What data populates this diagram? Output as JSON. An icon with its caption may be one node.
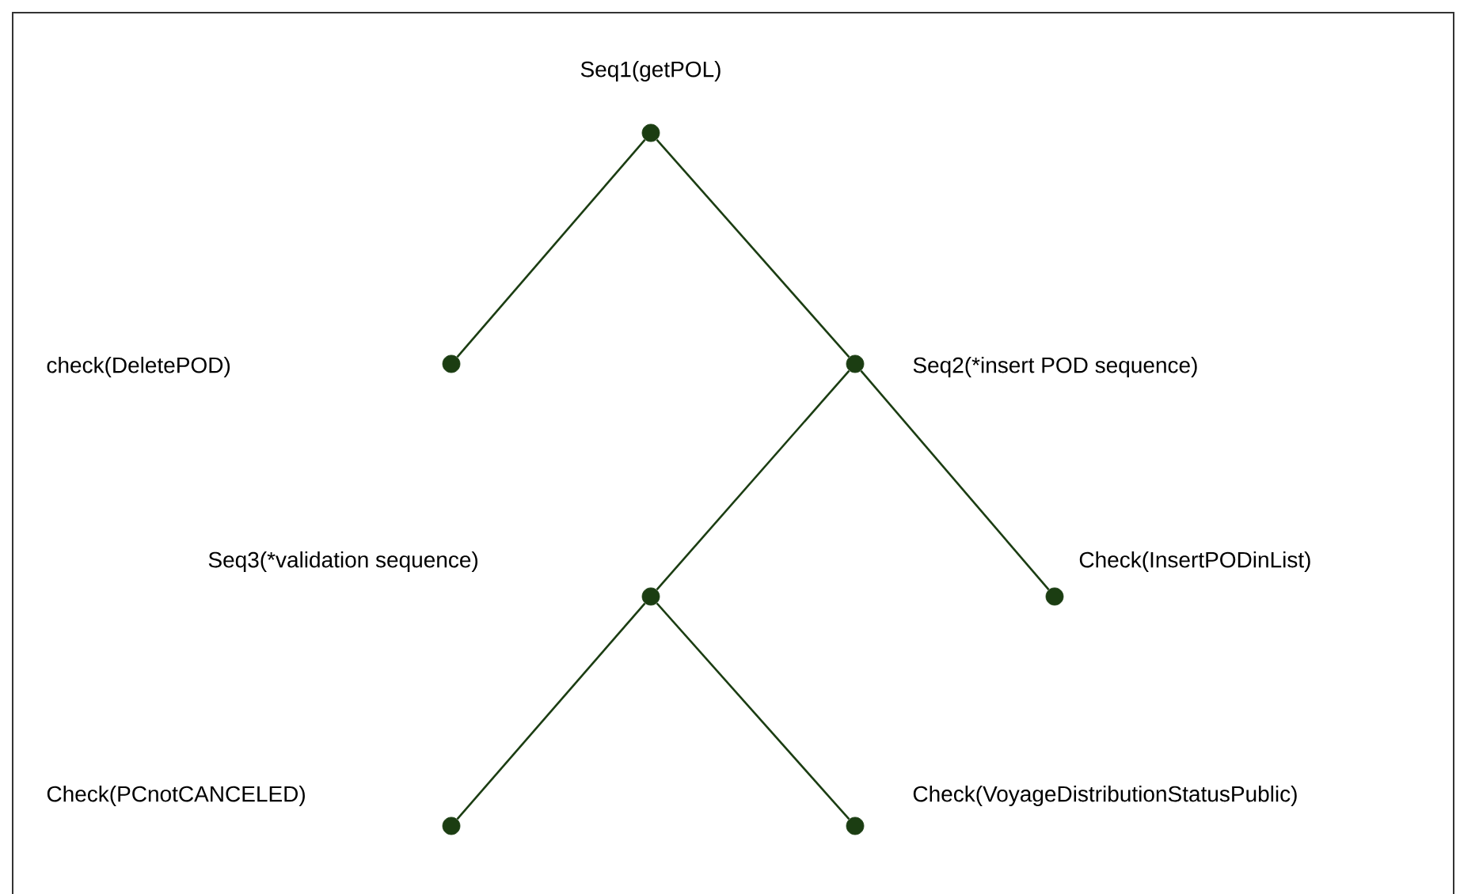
{
  "diagram": {
    "nodes": [
      {
        "text": [],
        "shape": "circle",
        "beside": [
          "Seq1(getPOL)"
        ]
      },
      {
        "text": [],
        "shape": "circle"
      },
      {
        "text": [],
        "shape": "circle",
        "beside": [
          "Seq2(*insert POD sequence)"
        ]
      },
      {
        "text": [],
        "shape": "circle"
      },
      {
        "text": [],
        "shape": "circle",
        "beside": [
          "Check(InsertPODinList)"
        ]
      },
      {
        "text": [],
        "shape": "circle"
      },
      {
        "text": [],
        "shape": "circle",
        "beside": [
          "Check(VoyageDistributionStatusPublic)"
        ]
      }
    ],
    "edges": [
      {
        "from": 0,
        "to": 1,
        "arrow": "none"
      },
      {
        "from": 0,
        "to": 2,
        "arrow": "none"
      },
      {
        "from": 2,
        "to": 3,
        "arrow": "none"
      },
      {
        "from": 2,
        "to": 4,
        "arrow": "none"
      },
      {
        "from": 3,
        "to": 5,
        "arrow": "none"
      },
      {
        "from": 3,
        "to": 6,
        "arrow": "none"
      }
    ],
    "labels": [
      "check(DeletePOD)",
      "Seq3(*validation sequence)",
      "Check(PCnotCANCELED)"
    ]
  }
}
